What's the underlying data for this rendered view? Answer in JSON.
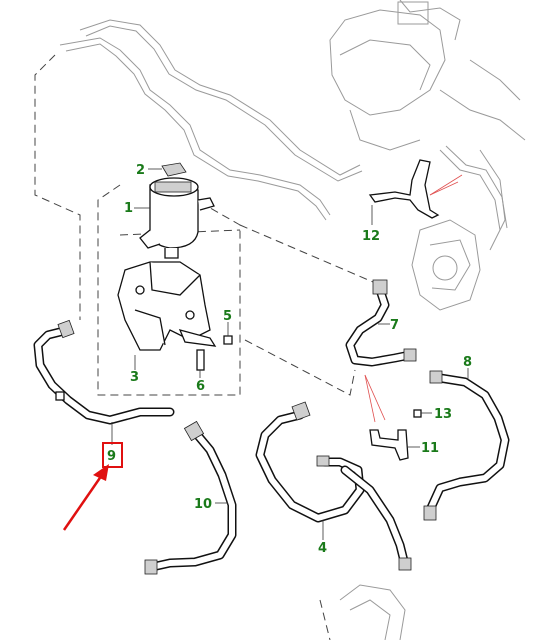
{
  "callouts": {
    "c1": "1",
    "c2": "2",
    "c3": "3",
    "c4": "4",
    "c5": "5",
    "c6": "6",
    "c7": "7",
    "c8": "8",
    "c9": "9",
    "c10": "10",
    "c11": "11",
    "c12": "12",
    "c13": "13"
  },
  "highlight": {
    "target_callout": "9",
    "box_color": "#e01010",
    "arrow_color": "#e01010"
  },
  "colors": {
    "callout_text": "#1a7a1a",
    "linework": "#111111",
    "background": "#ffffff"
  }
}
